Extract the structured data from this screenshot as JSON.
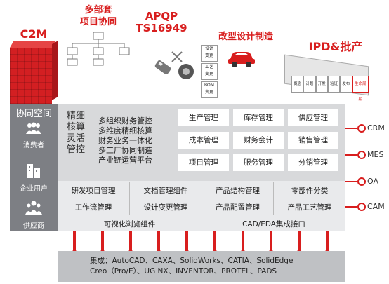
{
  "top": {
    "c2m": "C2M",
    "multi_dept": "多部套",
    "multi_dept_2": "项目协同",
    "apqp": "APQP",
    "ts": "TS16949",
    "retrofit": "改型设计制造",
    "ipd": "IPD&批产"
  },
  "docs": [
    "设计",
    "变更",
    "工艺",
    "变更",
    "BOM",
    "变更"
  ],
  "ipd_cards": [
    "概念",
    "计划",
    "开发",
    "验证",
    "发布",
    "生命周期"
  ],
  "left": {
    "header": "协同空间",
    "items": [
      "消费者",
      "企业用户",
      "供应商"
    ]
  },
  "core": {
    "title_lines": [
      "精细",
      "核算",
      "灵活",
      "管控"
    ],
    "features": [
      "多组织财务管控",
      "多维度精细核算",
      "财务业务一体化",
      "多工厂协同制造",
      "产业链运营平台"
    ],
    "grid": [
      "生产管理",
      "库存管理",
      "供应管理",
      "成本管理",
      "财务会计",
      "销售管理",
      "项目管理",
      "服务管理",
      "分销管理"
    ]
  },
  "row1": [
    "研发项目管理",
    "文档管理组件",
    "产品结构管理",
    "零部件分类"
  ],
  "row2": [
    "工作流管理",
    "设计变更管理",
    "产品配置管理",
    "产品工艺管理"
  ],
  "row3": [
    "可视化浏览组件",
    "CAD/EDA集成接口"
  ],
  "integration": {
    "line1": "集成：AutoCAD、CAXA、SolidWorks、CATIA、SolidEdge",
    "line2": "Creo（Pro/E）、UG NX、INVENTOR、PROTEL、PADS"
  },
  "right": [
    "CRM",
    "MES",
    "OA",
    "CAM"
  ],
  "colors": {
    "accent": "#d81e1e",
    "panel": "#d8d9db",
    "leftcol": "#7d7f84"
  }
}
